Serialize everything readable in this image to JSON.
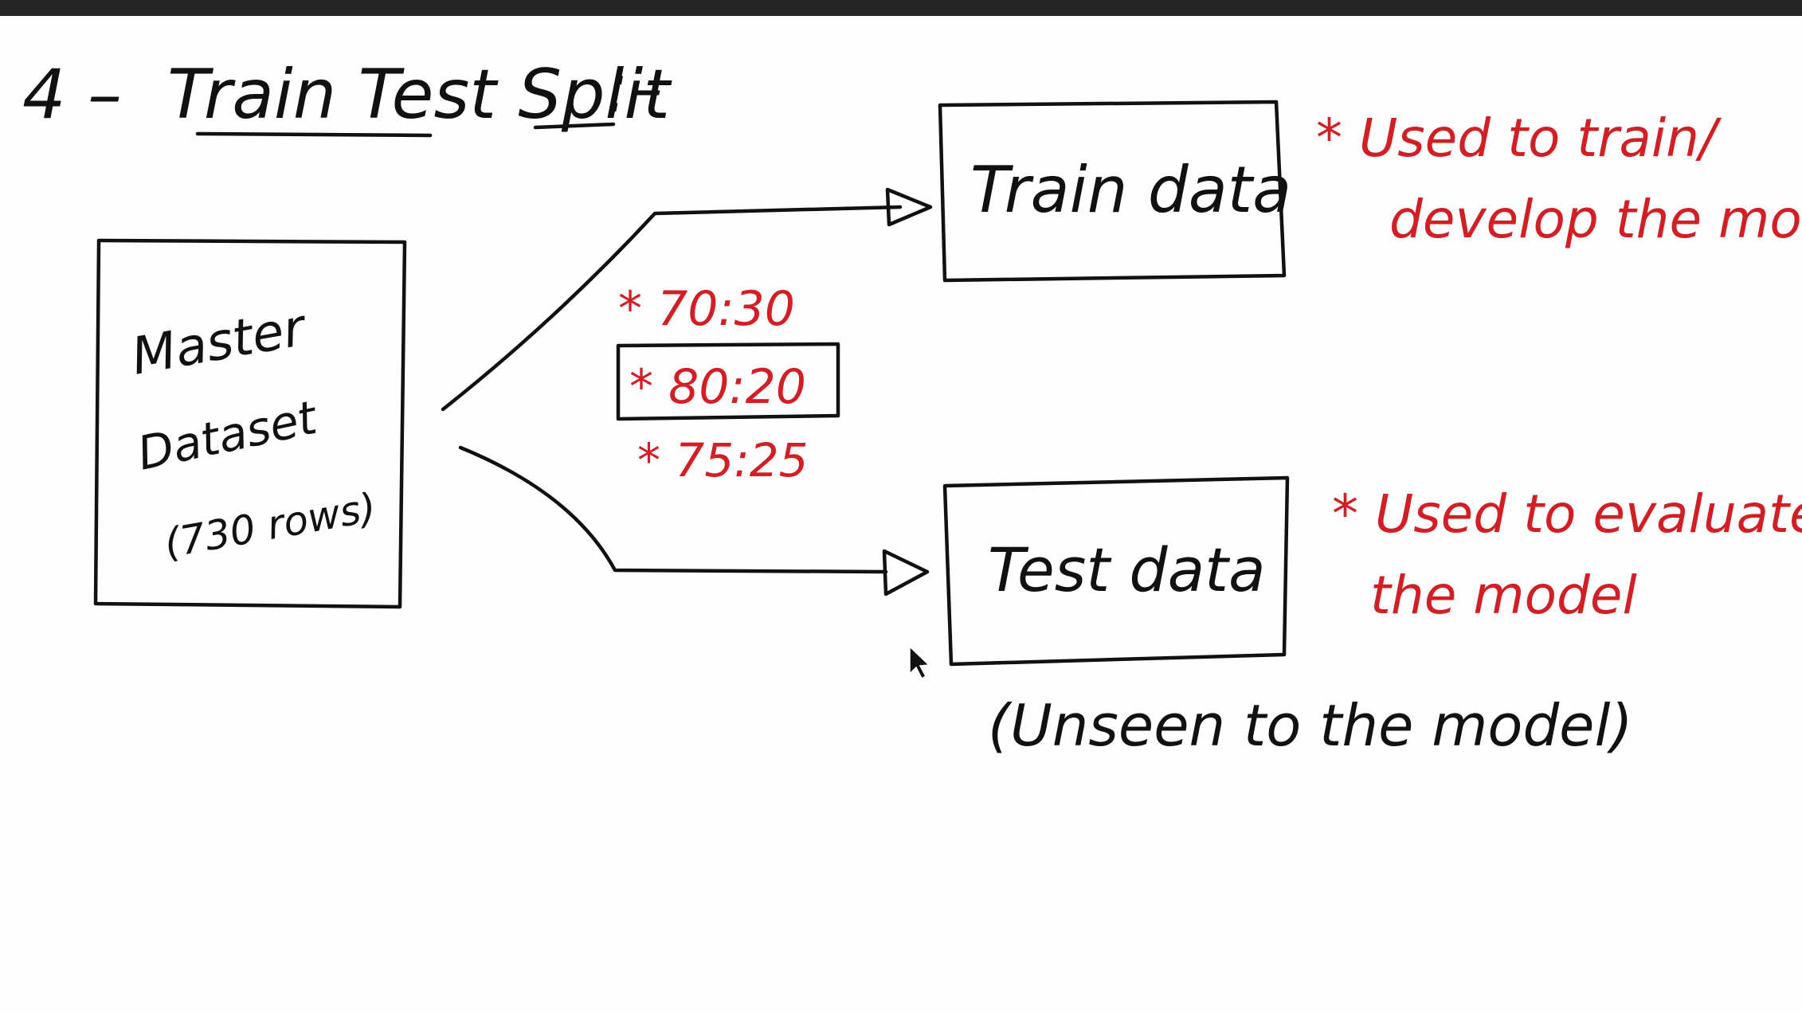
{
  "heading": {
    "number": "4 –",
    "title": "Train Test Split",
    "suffix": ":–"
  },
  "master_box": {
    "line1": "Master",
    "line2": "Dataset",
    "line3": "(730 rows)"
  },
  "train_box": {
    "label": "Train data"
  },
  "test_box": {
    "label": "Test data"
  },
  "split_ratios": {
    "option1": "* 70:30",
    "option2": "* 80:20",
    "option3": "* 75:25",
    "selected": "* 80:20"
  },
  "train_note": {
    "line1": "* Used to train/",
    "line2": "develop the model"
  },
  "test_note": {
    "line1": "* Used to evaluate",
    "line2": "the model"
  },
  "unseen_note": "(Unseen to the model)",
  "colors": {
    "black_ink": "#111111",
    "red_ink": "#d21f26",
    "top_bar": "#262626"
  },
  "icons": [
    "mouse-cursor-icon",
    "arrow-head-icon"
  ]
}
